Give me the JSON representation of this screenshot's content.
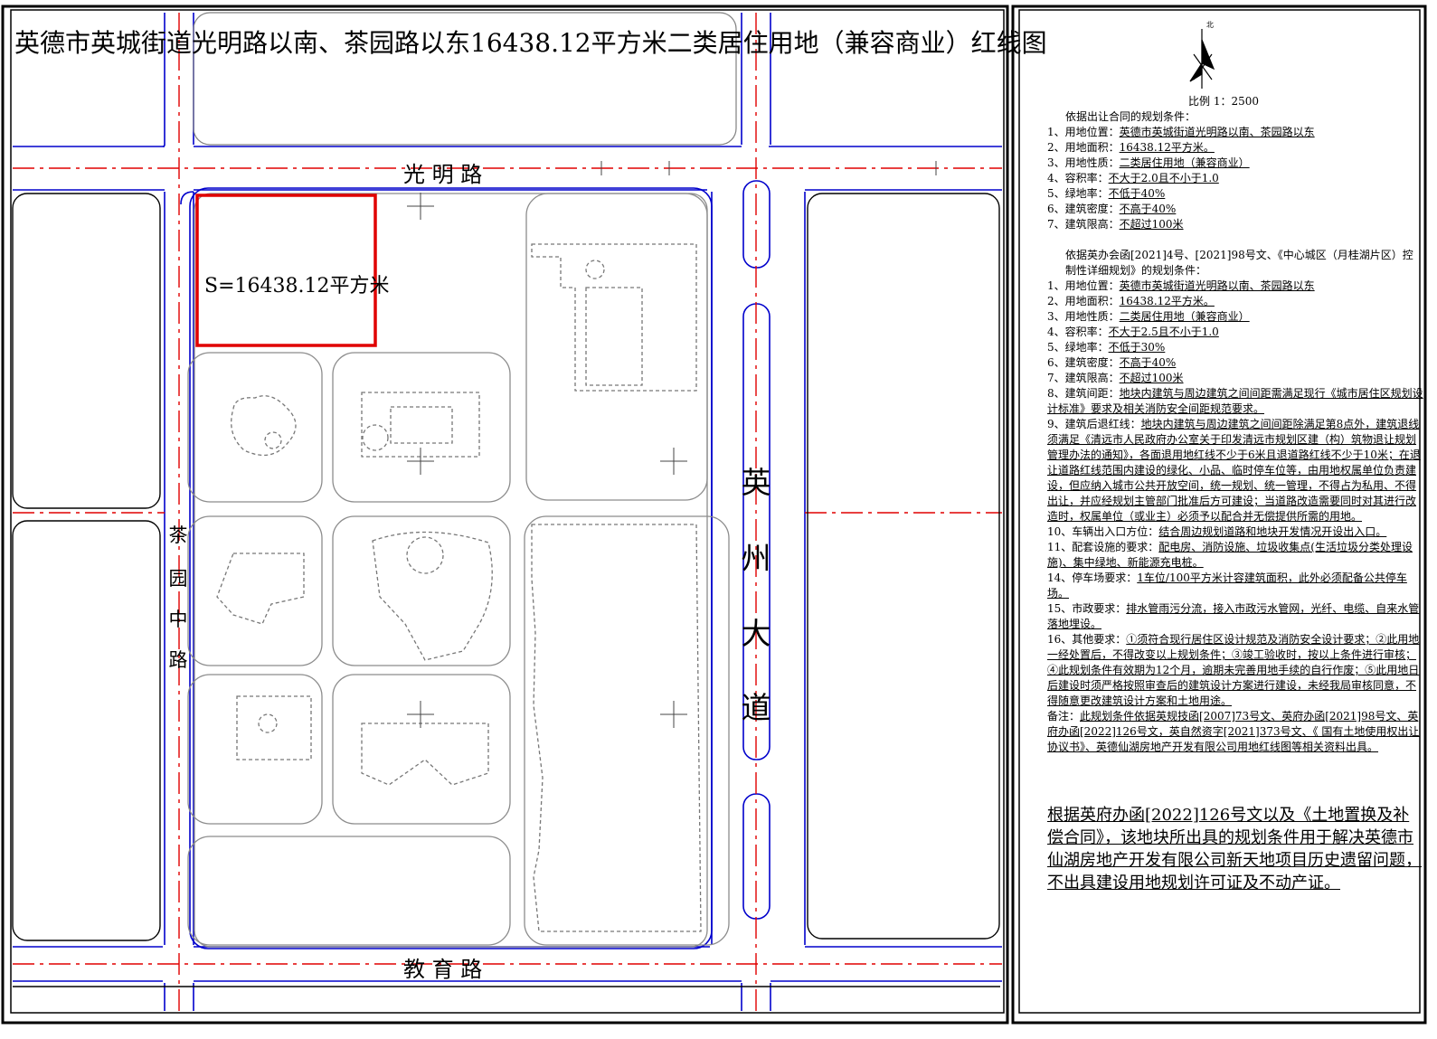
{
  "title": "英德市英城街道光明路以南、茶园路以东16438.12平方米二类居住用地（兼容商业）红线图",
  "map": {
    "roads": {
      "north": "光 明 路",
      "south": "教 育 路",
      "west": [
        "茶",
        "园",
        "中",
        "路"
      ],
      "east": [
        "英",
        "州",
        "大",
        "道"
      ]
    },
    "site_area_label": "S=16438.12平方米",
    "colors": {
      "red_line": "#e00000",
      "road_center": "#e00000",
      "road_edge": "#0000cc",
      "block": "#808080"
    }
  },
  "legend": {
    "north_label": "北",
    "scale": "比例 1：2500"
  },
  "conditions_a": {
    "heading": "依据出让合同的规划条件：",
    "items": [
      {
        "label": "1、用地位置：",
        "value": "英德市英城街道光明路以南、茶园路以东"
      },
      {
        "label": "2、用地面积：",
        "value": "16438.12平方米。"
      },
      {
        "label": "3、用地性质：",
        "value": "二类居住用地（兼容商业）"
      },
      {
        "label": "4、容积率：",
        "value": "不大于2.0且不小于1.0"
      },
      {
        "label": "5、绿地率：",
        "value": "不低于40%"
      },
      {
        "label": "6、建筑密度：",
        "value": "不高于40%"
      },
      {
        "label": "7、建筑限高：",
        "value": "不超过100米"
      }
    ]
  },
  "conditions_b": {
    "heading": "依据英办会函[2021]4号、[2021]98号文、《中心城区（月桂湖片区）控制性详细规划》的规划条件：",
    "items": [
      {
        "label": "1、用地位置：",
        "value": "英德市英城街道光明路以南、茶园路以东"
      },
      {
        "label": "2、用地面积：",
        "value": "16438.12平方米。"
      },
      {
        "label": "3、用地性质：",
        "value": "二类居住用地（兼容商业）"
      },
      {
        "label": "4、容积率：",
        "value": "不大于2.5且不小于1.0"
      },
      {
        "label": "5、绿地率：",
        "value": "不低于30%"
      },
      {
        "label": "6、建筑密度：",
        "value": "不高于40%"
      },
      {
        "label": "7、建筑限高：",
        "value": "不超过100米"
      },
      {
        "label": "8、建筑间距：",
        "value": "地块内建筑与周边建筑之间间距需满足现行《城市居住区规划设计标准》要求及相关消防安全间距规范要求。"
      },
      {
        "label": "9、建筑后退红线：",
        "value": "地块内建筑与周边建筑之间间距除满足第8点外，建筑退线须满足《清远市人民政府办公室关于印发清远市规划区建（构）筑物退让规划管理办法的通知》，各面退用地红线不少于6米且退道路红线不少于10米；在退让道路红线范围内建设的绿化、小品、临时停车位等，由用地权属单位负责建设，但应纳入城市公共开放空间，统一规划、统一管理，不得占为私用、不得出让，并应经规划主管部门批准后方可建设；当道路改造需要同时对其进行改造时，权属单位（或业主）必须予以配合并无偿提供所需的用地。"
      },
      {
        "label": "10、车辆出入口方位：",
        "value": "结合周边规划道路和地块开发情况开设出入口。"
      },
      {
        "label": "11、配套设施的要求：",
        "value": "配电房、消防设施、垃圾收集点(生活垃圾分类处理设施)、集中绿地、新能源充电桩。"
      },
      {
        "label": "14、停车场要求：",
        "value": "1车位/100平方米计容建筑面积，此外必须配备公共停车场。"
      },
      {
        "label": "15、市政要求：",
        "value": "排水管雨污分流，接入市政污水管网，光纤、电缆、自来水管落地埋设。"
      },
      {
        "label": "16、其他要求：",
        "value": "①须符合现行居住区设计规范及消防安全设计要求；②此用地一经处置后，不得改变以上规划条件；③竣工验收时，按以上条件进行审核；④此规划条件有效期为12个月，逾期未完善用地手续的自行作废；⑤此用地日后建设时须严格按照审查后的建筑设计方案进行建设，未经我局审核同意，不得随意更改建筑设计方案和土地用途。"
      },
      {
        "label": "备注：",
        "value": "此规划条件依据英规技函[2007]73号文、英府办函[2021]98号文、英府办函[2022]126号文，英自然资字[2021]373号文、《 国有土地使用权出让协议书》、英德仙湖房地产开发有限公司用地红线图等相关资料出具。"
      }
    ]
  },
  "final_note": "根据英府办函[2022]126号文以及《土地置换及补偿合同》，该地块所出具的规划条件用于解决英德市仙湖房地产开发有限公司新天地项目历史遗留问题，不出具建设用地规划许可证及不动产证。"
}
